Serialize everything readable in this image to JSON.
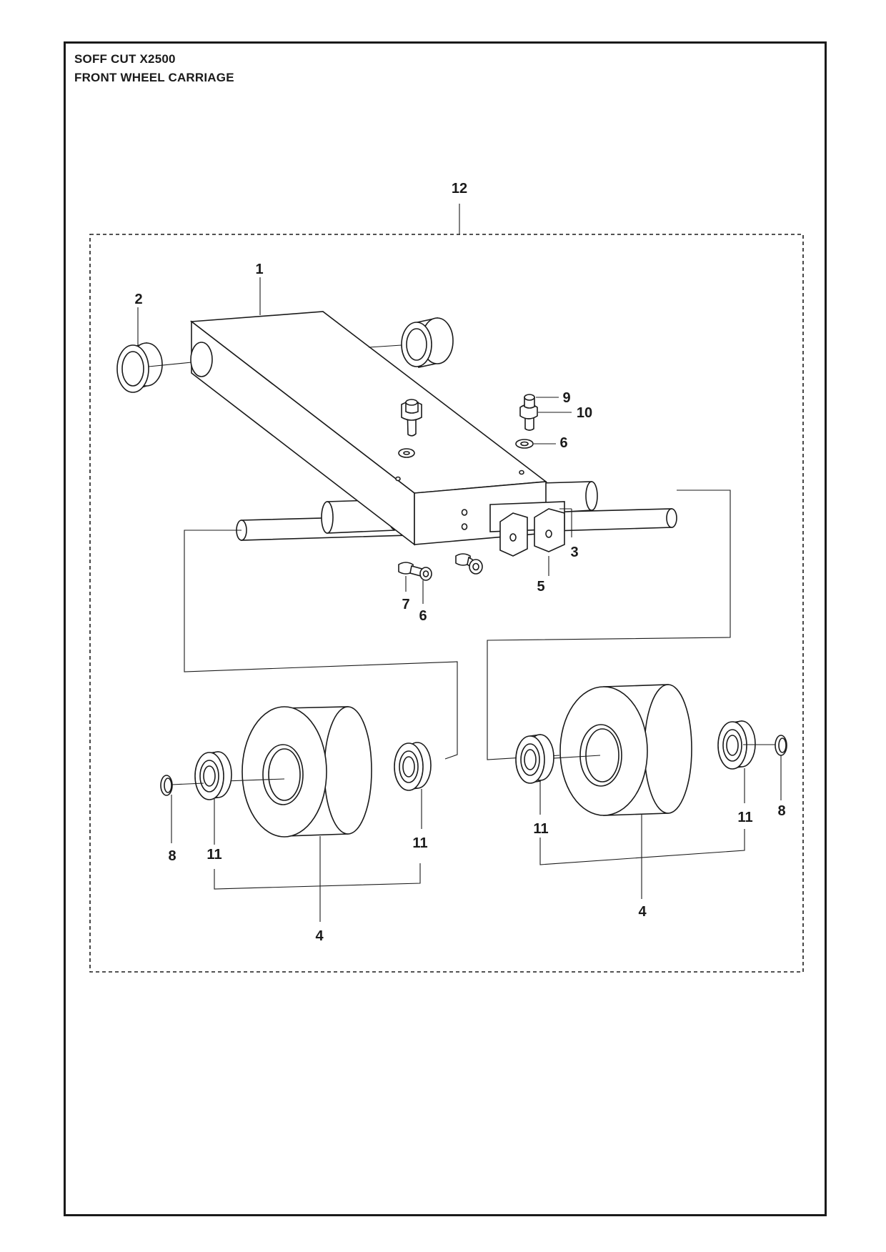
{
  "document": {
    "model": "SOFF CUT X2500",
    "section": "FRONT WHEEL CARRIAGE"
  },
  "callouts": {
    "c1": "1",
    "c2": "2",
    "c3": "3",
    "c4a": "4",
    "c4b": "4",
    "c5": "5",
    "c6a": "6",
    "c6b": "6",
    "c7": "7",
    "c8a": "8",
    "c8b": "8",
    "c9": "9",
    "c10": "10",
    "c11a": "11",
    "c11b": "11",
    "c11c": "11",
    "c11d": "11",
    "c12": "12"
  }
}
